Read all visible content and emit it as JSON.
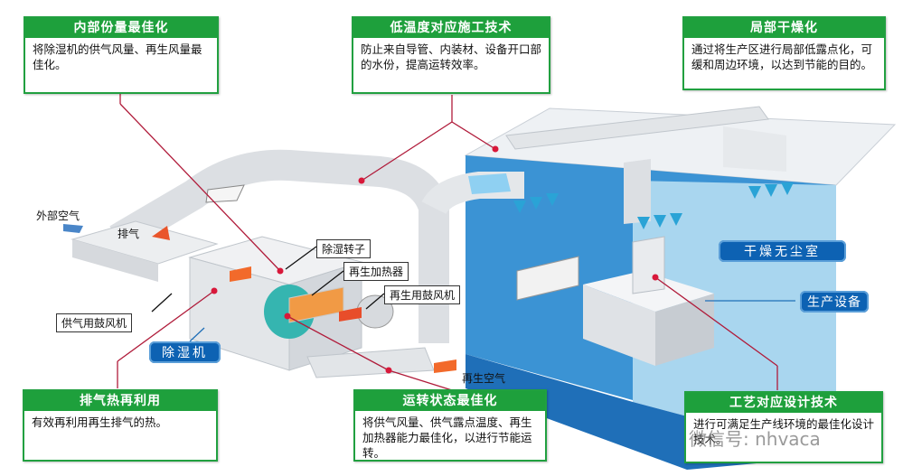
{
  "callouts": {
    "internal_airflow": {
      "title": "内部份量最佳化",
      "body": "将除湿机的供气风量、再生风量最佳化。"
    },
    "low_temp": {
      "title": "低温度对应施工技术",
      "body": "防止来自导管、内装材、设备开口部的水份，提高运转效率。"
    },
    "local_dry": {
      "title": "局部干燥化",
      "body": "通过将生产区进行局部低露点化，可缓和周边环境，以达到节能的目的。"
    },
    "exhaust_heat": {
      "title": "排气热再利用",
      "body": "有效再利用再生排气的热。"
    },
    "operation": {
      "title": "运转状态最佳化",
      "body": "将供气风量、供气露点温度、再生加热器能力最佳化，以进行节能运转。"
    },
    "process": {
      "title": "工艺对应设计技术",
      "body": "进行可满足生产线环境的最佳化设计技术。"
    }
  },
  "labels": {
    "outside_air": "外部空气",
    "exhaust": "排气",
    "rotor": "除湿转子",
    "heater": "再生加热器",
    "regen_fan": "再生用鼓风机",
    "supply_fan": "供气用鼓风机",
    "dehumidifier": "除湿机",
    "regen_air": "再生空气",
    "dry_room": "干燥无尘室",
    "equipment": "生产设备"
  },
  "watermark": "微信号: nhvaca",
  "colors": {
    "green": "#1ea03c",
    "blue": "#0d62b3",
    "room_blue": "#3b93d4",
    "leader": "#b01b3a"
  }
}
